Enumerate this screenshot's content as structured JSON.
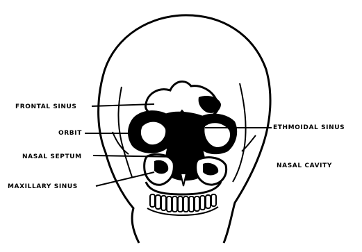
{
  "labels": {
    "frontal_sinus": "FRONTAL SINUS",
    "orbit": "ORBIT",
    "nasal_septum": "NASAL SEPTUM",
    "maxillary_sinus": "MAXILLARY SINUS",
    "ethmoidal_sinus": "ETHMOIDAL SINUS",
    "nasal_cavity": "NASAL CAVITY"
  },
  "colors": {
    "ink": "#000000",
    "paper": "#ffffff"
  }
}
